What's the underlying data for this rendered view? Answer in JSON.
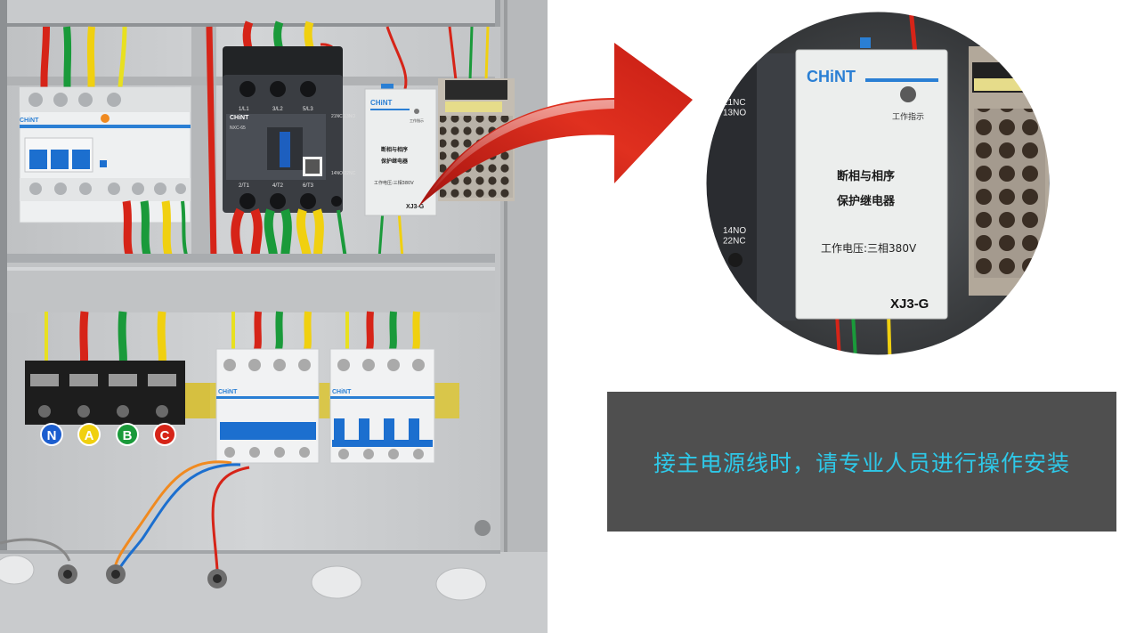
{
  "notice": {
    "text": "接主电源线时，请专业人员进行操作安装"
  },
  "panel": {
    "brand": "CHiNT",
    "contactor": {
      "model": "NXC-65",
      "top_terminals": [
        "1/L1",
        "3/L2",
        "5/L3"
      ],
      "bottom_terminals": [
        "2/T1",
        "4/T2",
        "6/T3"
      ],
      "aux_top": "21NC 13NO",
      "aux_bottom": "14NO 22NC"
    },
    "relay": {
      "line1": "断相与相序",
      "line2": "保护继电器",
      "indicator": "工作指示",
      "voltage": "工作电压:三相380V",
      "model": "XJ3-G"
    },
    "terminal_labels": [
      "N",
      "A",
      "B",
      "C"
    ]
  },
  "zoom": {
    "brand": "CHiNT",
    "indicator": "工作指示",
    "line1": "断相与相序",
    "line2": "保护继电器",
    "voltage": "工作电压:三相380V",
    "model": "XJ3-G",
    "side_top": "21NC\n13NO",
    "side_bottom": "14NO\n22NC"
  },
  "colors": {
    "notice_bg": "#4f4f4f",
    "notice_text": "#2ec8e8",
    "brand_blue": "#2a7fd4",
    "arrow_red": "#d8261c",
    "wire_red": "#d62418",
    "wire_green": "#1a9a3a",
    "wire_yellow": "#f0d010"
  }
}
